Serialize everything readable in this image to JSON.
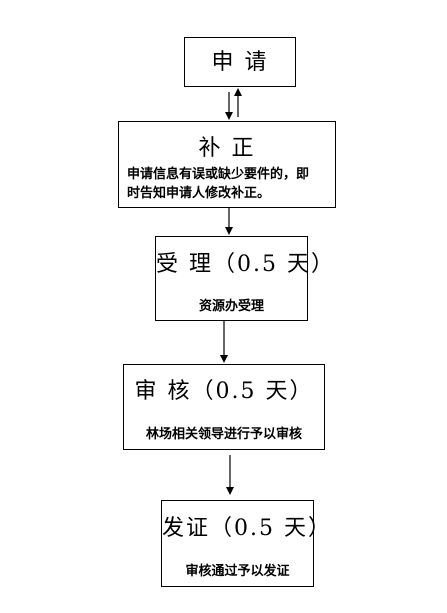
{
  "steps": [
    {
      "title": "申 请"
    },
    {
      "title": "补 正",
      "desc_lines": [
        "申请信息有误或缺少要件的，即",
        "时告知申请人修改补正。"
      ]
    },
    {
      "title": "受 理（0.5 天）",
      "desc": "资源办受理"
    },
    {
      "title": "审 核（0.5 天）",
      "desc": "林场相关领导进行予以审核"
    },
    {
      "title": "发证（0.5 天）",
      "desc": "审核通过予以发证"
    }
  ]
}
